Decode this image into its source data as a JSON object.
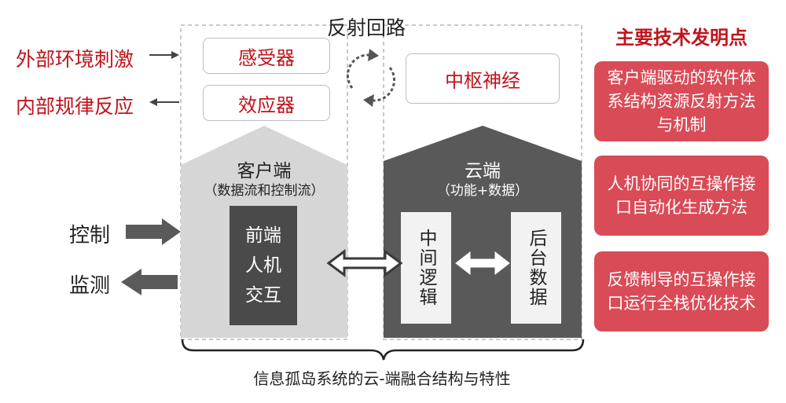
{
  "left_labels": {
    "external": "外部环境刺激",
    "internal": "内部规律反应"
  },
  "top_boxes": {
    "receptor": "感受器",
    "effector": "效应器",
    "central": "中枢神经"
  },
  "reflex_title": "反射回路",
  "client": {
    "title": "客户端",
    "subtitle": "（数据流和控制流）",
    "inner_box": "前端人机交互"
  },
  "cloud": {
    "title": "云端",
    "subtitle": "（功能+数据）",
    "middle_box": "中间逻辑",
    "backend_box": "后台数据"
  },
  "side": {
    "control": "控制",
    "monitor": "监测"
  },
  "bottom_caption": "信息孤岛系统的云-端融合结构与特性",
  "right_panel": {
    "title": "主要技术发明点",
    "cards": [
      "客户端驱动的软件体系结构资源反射方法与机制",
      "人机协同的互操作接口自动化生成方法",
      "反馈制导的互操作接口运行全栈优化技术"
    ]
  },
  "colors": {
    "accent_red": "#c0141c",
    "card_red": "#d94b56",
    "client_gray": "#d6d6d6",
    "cloud_dark": "#595959",
    "inner_dark": "#4a4a4a"
  }
}
